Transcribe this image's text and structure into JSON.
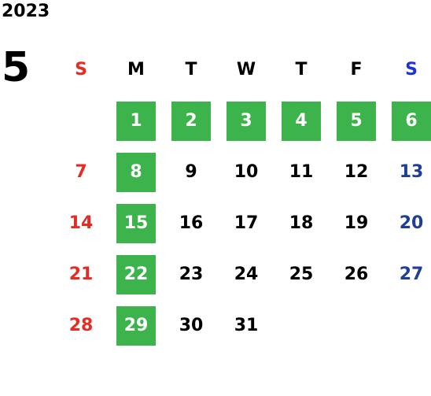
{
  "year": "2023",
  "month": "5",
  "weekdays": [
    "S",
    "M",
    "T",
    "W",
    "T",
    "F",
    "S"
  ],
  "start_offset": 1,
  "days": [
    "1",
    "2",
    "3",
    "4",
    "5",
    "6",
    "7",
    "8",
    "9",
    "10",
    "11",
    "12",
    "13",
    "14",
    "15",
    "16",
    "17",
    "18",
    "19",
    "20",
    "21",
    "22",
    "23",
    "24",
    "25",
    "26",
    "27",
    "28",
    "29",
    "30",
    "31"
  ],
  "highlighted_days": [
    1,
    2,
    3,
    4,
    5,
    6,
    8,
    15,
    22,
    29
  ],
  "colors": {
    "sunday": "#e52b22",
    "saturday": "#1f3e97",
    "highlight": "#3cb34b",
    "text": "#000000"
  }
}
